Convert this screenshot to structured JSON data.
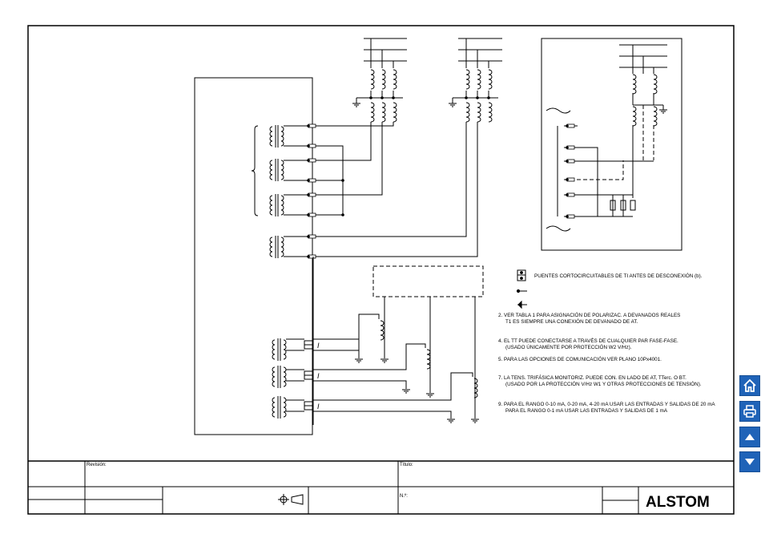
{
  "legend": {
    "ct_bridge": "PUENTES CORTOCIRCUITABLES DE TI ANTES DE DESCONEXIÓN (b)."
  },
  "notes": [
    {
      "line1": "2.  VER TABLA 1 PARA ASIGNACIÓN DE POLARIZAC. A DEVANADOS REALES",
      "line2": "T1 ES SIEMPRE UNA CONEXIÓN DE DEVANADO DE AT."
    },
    {
      "line1": "4.  EL TT PUEDE CONECTARSE A TRAVÉS DE CUALQUIER PAR FASE-FASE.",
      "line2": "(USADO ÚNICAMENTE POR PROTECCIÓN W2 V/Hz)."
    },
    {
      "line1": "5.  PARA LAS OPCIONES DE COMUNICACIÓN VER PLANO 10Px4001.",
      "line2": ""
    },
    {
      "line1": "7.  LA TENS. TRIFÁSICA MONITORIZ. PUEDE CON. EN LADO DE AT, TTerc. O BT.",
      "line2": "(USADO POR LA PROTECCIÓN V/Hz W1 Y OTRAS PROTECCIONES DE TENSIÓN)."
    },
    {
      "line1": "9.  PARA EL RANGO 0-10 mA, 0-20 mA, 4-20 mA USAR LAS ENTRADAS Y SALIDAS DE 20 mA",
      "line2": "PARA EL RANGO 0-1 mA USAR LAS ENTRADAS Y SALIDAS DE 1 mA"
    }
  ],
  "current_symbol": "I",
  "title_block": {
    "revision_label": "Revisión:",
    "title_label": "Título:",
    "number_label": "N.º:",
    "logo_text": "ALSTOM"
  },
  "nav": {
    "icons": [
      "home-icon",
      "print-icon",
      "arrow-up-icon",
      "arrow-down-icon"
    ]
  },
  "colors": {
    "line": "#000000",
    "nav_button": "#1f63b8"
  }
}
